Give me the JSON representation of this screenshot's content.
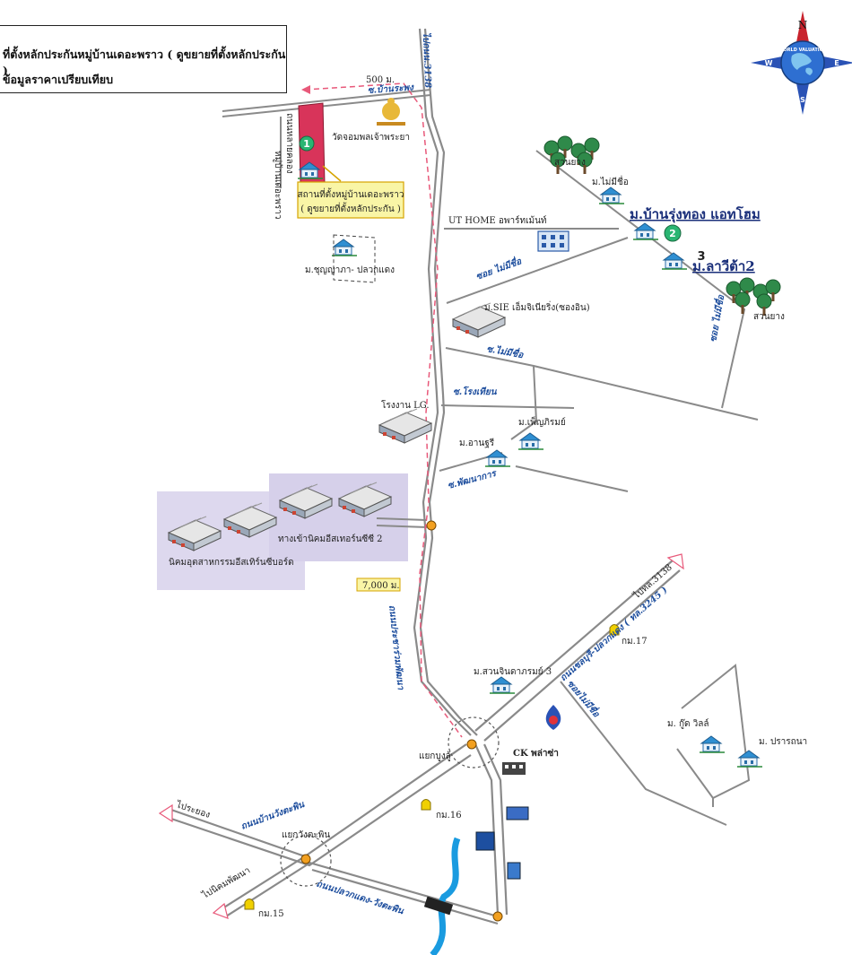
{
  "header": {
    "line1": "ที่ตั้งหลักประกันหมู่บ้านเดอะพราว ( ดูขยายที่ตั้งหลักประกัน )",
    "line2": "ข้อมูลราคาเปรียบเทียบ"
  },
  "compass": {
    "n": "N",
    "s": "S",
    "e": "E",
    "w": "W",
    "brand": "WORLD VALUATION"
  },
  "callout": {
    "line1": "สถานที่ตั้งหมู่บ้านเดอะพราว",
    "line2": "( ดูขยายที่ตั้งหลักประกัน )"
  },
  "markers": [
    "1",
    "2",
    "3"
  ],
  "distances": {
    "d500": "500 ม.",
    "d7000": "7,000 ม."
  },
  "roads": {
    "north": "ไปถนน.3138",
    "charoen": "ซ.บ้านระพง",
    "khang": "ถนนหลายคลอง",
    "maimi1": "ซอย ไม่มีชื่อ",
    "maimi2": "ซ.ไม่มีชื่อ",
    "rongthian": "ซ.โรงเทียน",
    "phatthanakan": "ซ.พัฒนาการ",
    "maimi3": "ซอย ไม่มีชื่อ",
    "main_sw": "ถนนประชาร่วมพัฒนา",
    "ne_road": "ถนนชลบุรี-ปลวกแดง ( ทล.3245 )",
    "ne_dest": "ไปทล.3138",
    "maimi4": "ซอยไม่มีชื่อ",
    "w_road": "ถนนบ้านวังตะพิน",
    "w_dest": "ไประยอง",
    "sw_dest": "ไปนิคมพัฒนา",
    "s_road": "ถนนปลวกแดง-วังตะพิน"
  },
  "places": {
    "temple": "วัดจอมพลเจ้าพระยา",
    "plot_side": "หมู่บ้านเดอะพราว",
    "rubber1": "สวนยาง",
    "rubber2": "สวนยาง",
    "maimi_vil": "ม.ไม่มีชื่อ",
    "baan_rung": "ม.บ้านรุ่งทอง แอทโฮม",
    "lawi": "ม.ลาวีต้า2",
    "ut_home": "UT HOME อพาร์ทเม้นท์",
    "chunya": "ม.ชุญญาภา- ปลวกแดง",
    "sie": "ม.SIE เอ็มจิเนียริ่ง(ซองอิน)",
    "lg": "โรงงาน LG.",
    "phenphirom": "ม.เพ็ญภิรมย์",
    "amnuay": "ม.อานฐรี",
    "estate1": "นิคมอุตสาหกรรมอีสเทิร์นซีบอร์ด",
    "estate2": "ทางเข้านิคมอีสเทอร์นซีซี 2",
    "suan": "ม.สวนจินดาภรมย์ 3",
    "k17": "กม.17",
    "k16": "กม.16",
    "k15": "กม.15",
    "junction1": "แยกบูงลู้",
    "junction2": "แยกวังตะพิน",
    "ck": "CK พล่าซ่า",
    "goodvill": "ม. กู๊ด วิลล์",
    "prakanna": "ม. ปรารถนา"
  },
  "colors": {
    "road": "#8a8a8a",
    "route": "#e8597a",
    "plot": "#d8345a",
    "callout_bg": "#f9f5a6",
    "callout_border": "#d6a400",
    "marker": "#2ab572",
    "estate_bg": "#ddd8ee",
    "river": "#1a9be0",
    "compass_red": "#c8232d",
    "compass_blue": "#2a52b5"
  }
}
